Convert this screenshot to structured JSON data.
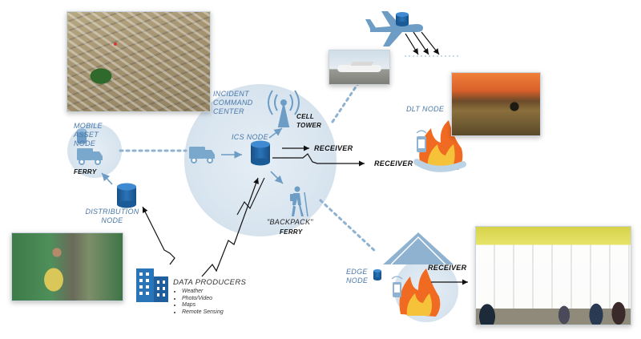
{
  "labels": {
    "mobile_asset_node": "MOBILE ASSET NODE",
    "ferry_left": "FERRY",
    "distribution_node": "DISTRIBUTION NODE",
    "incident_command_center": "INCIDENT COMMAND CENTER",
    "cell_tower": "CELL TOWER",
    "ics_node": "ICS NODE",
    "receiver_1": "RECEIVER",
    "receiver_2": "RECEIVER",
    "receiver_3": "RECEIVER",
    "backpack": "\"BACKPACK\"",
    "ferry_backpack": "FERRY",
    "dlt_node": "DLT NODE",
    "edge_node": "EDGE NODE",
    "data_producers": "DATA PRODUCERS"
  },
  "data_producers_items": [
    "Weather",
    "Photo/Video",
    "Maps",
    "Remote Sensing"
  ],
  "colors": {
    "node_circle": "#dfeaf3",
    "icon_blue": "#6d9cc4",
    "cylinder_dark": "#1f5f9e",
    "label_blue": "#4a78a8",
    "dotted_line": "#8fb2d0",
    "flame_orange": "#f06a22",
    "flame_yellow": "#f5c23a"
  },
  "icons": [
    "airplane-icon",
    "cylinder-database-icon",
    "truck-icon",
    "cell-tower-icon",
    "hiker-icon",
    "fire-icon",
    "tent-icon",
    "building-icon",
    "phone-icon"
  ]
}
